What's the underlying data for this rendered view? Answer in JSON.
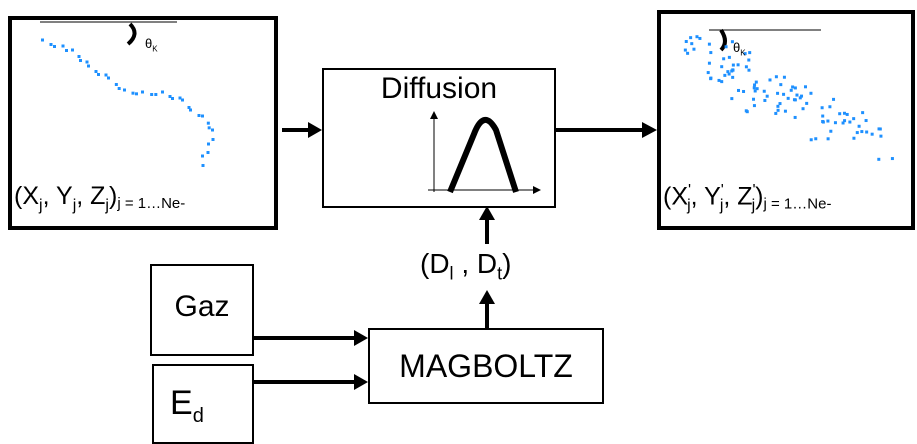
{
  "diffusion_box": {
    "title": "Diffusion"
  },
  "input_track": {
    "angle_label": "θ",
    "angle_sub": "K",
    "coords": {
      "open": "(X",
      "sub1": "j",
      "sep1": ", Y",
      "sub2": "j",
      "sep2": ", Z",
      "sub3": "j",
      "close": ")",
      "range": "j = 1…Ne-"
    }
  },
  "output_track": {
    "angle_label": "θ",
    "angle_sub": "K",
    "coords": {
      "open": "(X",
      "prime1": "'",
      "sub1": "j",
      "sep1": ", Y",
      "prime2": "'",
      "sub2": "j",
      "sep2": ", Z",
      "prime3": "'",
      "sub3": "j",
      "close": ")",
      "range": "j = 1…Ne-"
    }
  },
  "coefficients": {
    "open": "(D",
    "sub_l": "l",
    "sep": " , D",
    "sub_t": "t",
    "close": ")"
  },
  "gas_box": {
    "label": "Gaz"
  },
  "field_box": {
    "label": "E",
    "sub": "d"
  },
  "magboltz_box": {
    "label": "MAGBOLTZ"
  },
  "colors": {
    "dots": "#1e90ff",
    "lines": "#000000"
  }
}
